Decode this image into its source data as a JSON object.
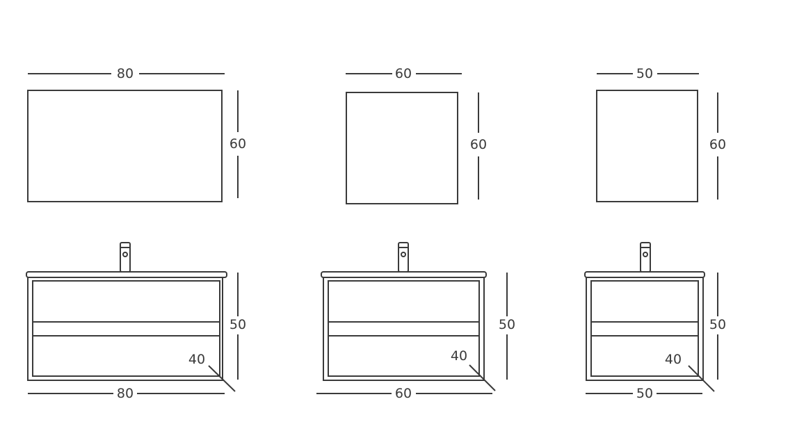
{
  "units": [
    {
      "mirror": {
        "width": "80",
        "height": "60"
      },
      "vanity": {
        "width": "80",
        "height": "50",
        "depth": "40"
      }
    },
    {
      "mirror": {
        "width": "60",
        "height": "60"
      },
      "vanity": {
        "width": "60",
        "height": "50",
        "depth": "40"
      }
    },
    {
      "mirror": {
        "width": "50",
        "height": "60"
      },
      "vanity": {
        "width": "50",
        "height": "50",
        "depth": "40"
      }
    }
  ],
  "colors": {
    "line": "#3a3a3a",
    "background": "#ffffff"
  }
}
